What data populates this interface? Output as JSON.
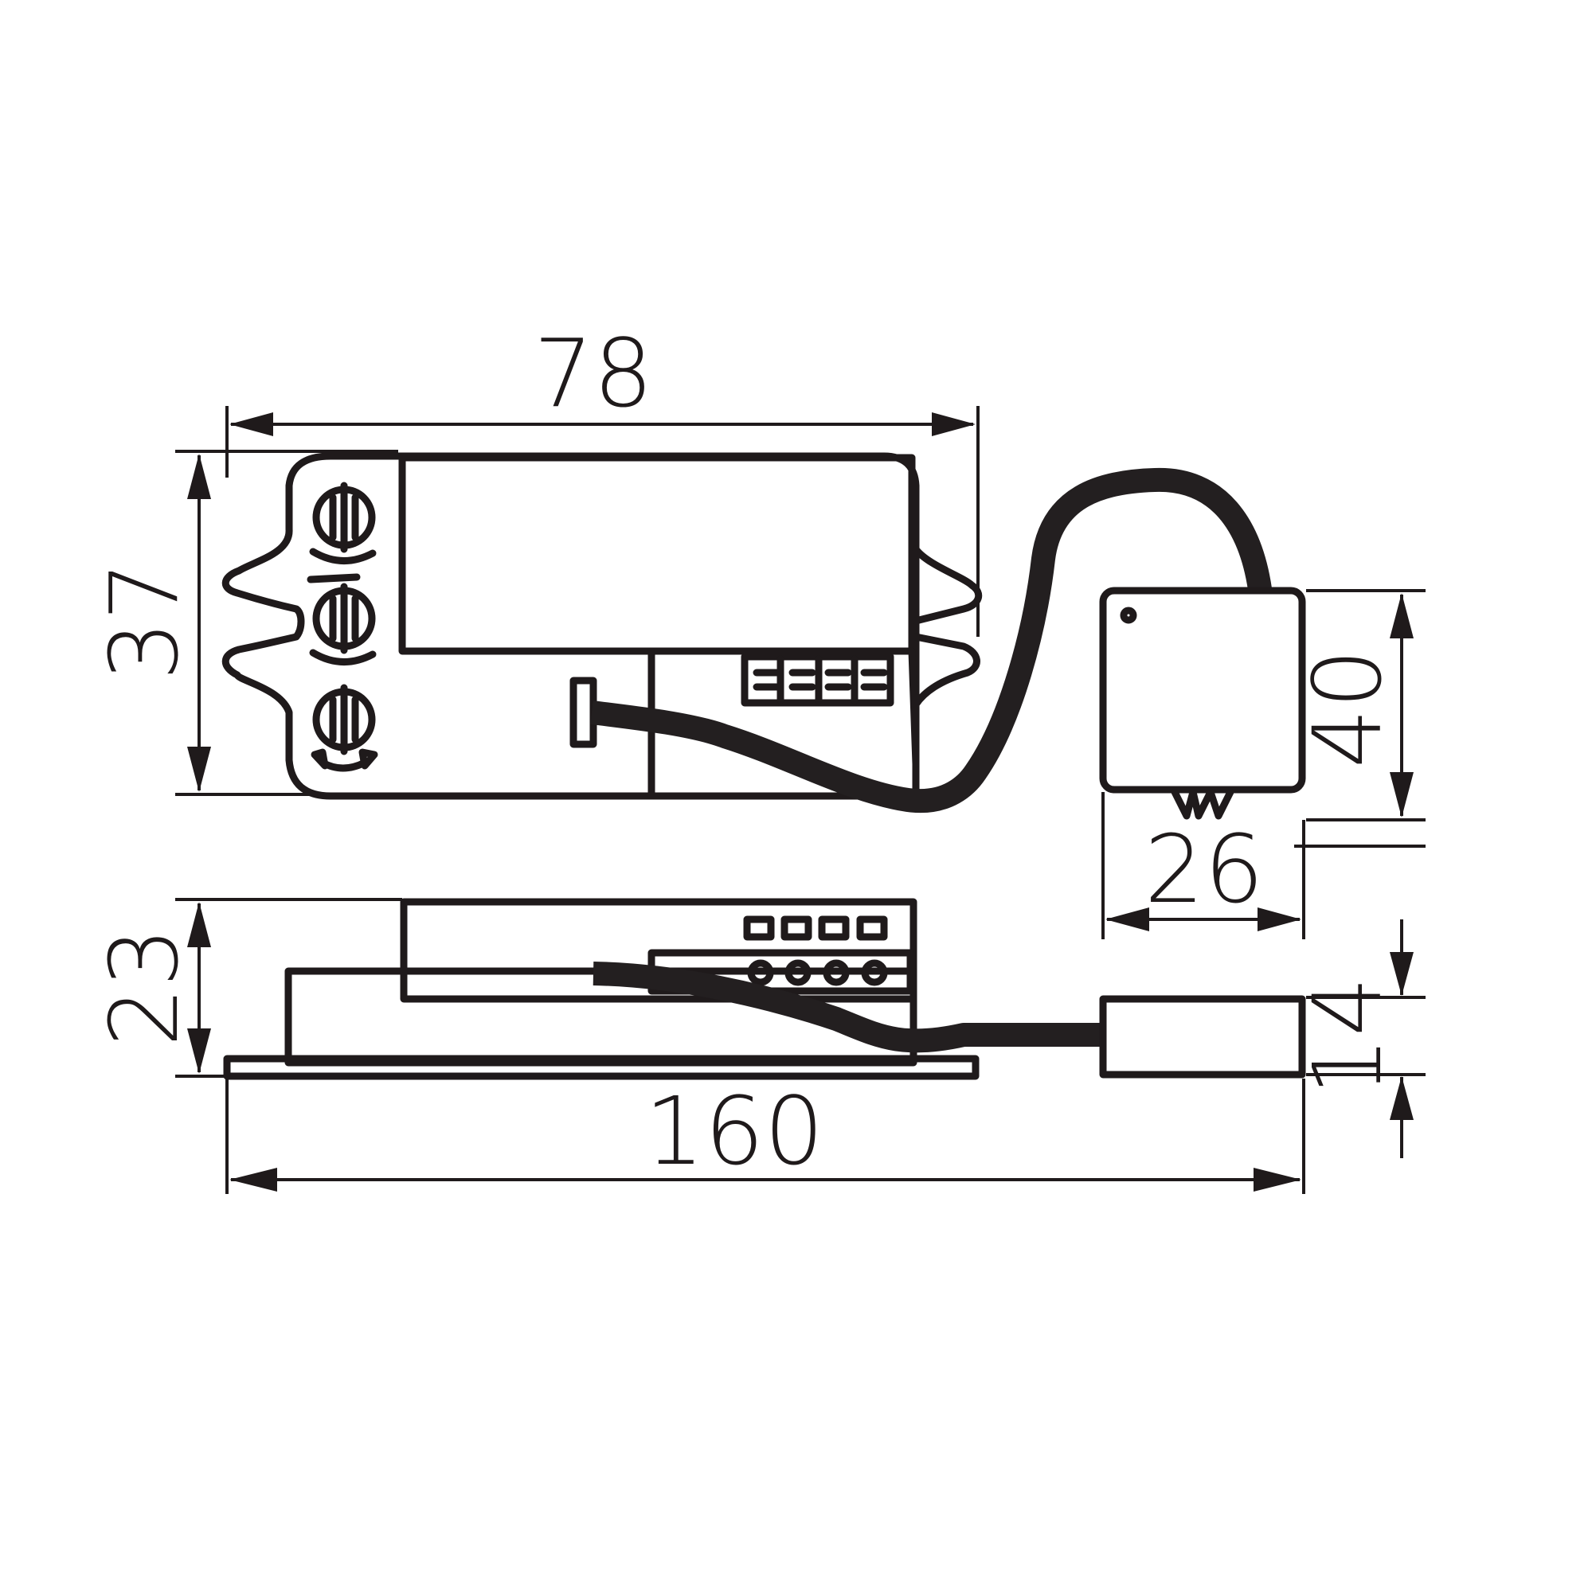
{
  "dimensions": {
    "top_width": "78",
    "top_height": "37",
    "sensor_height": "40",
    "sensor_width": "26",
    "side_height": "23",
    "sensor_thickness": "14",
    "total_length": "160"
  },
  "colors": {
    "line": "#1f1a1b",
    "background": "#ffffff"
  }
}
